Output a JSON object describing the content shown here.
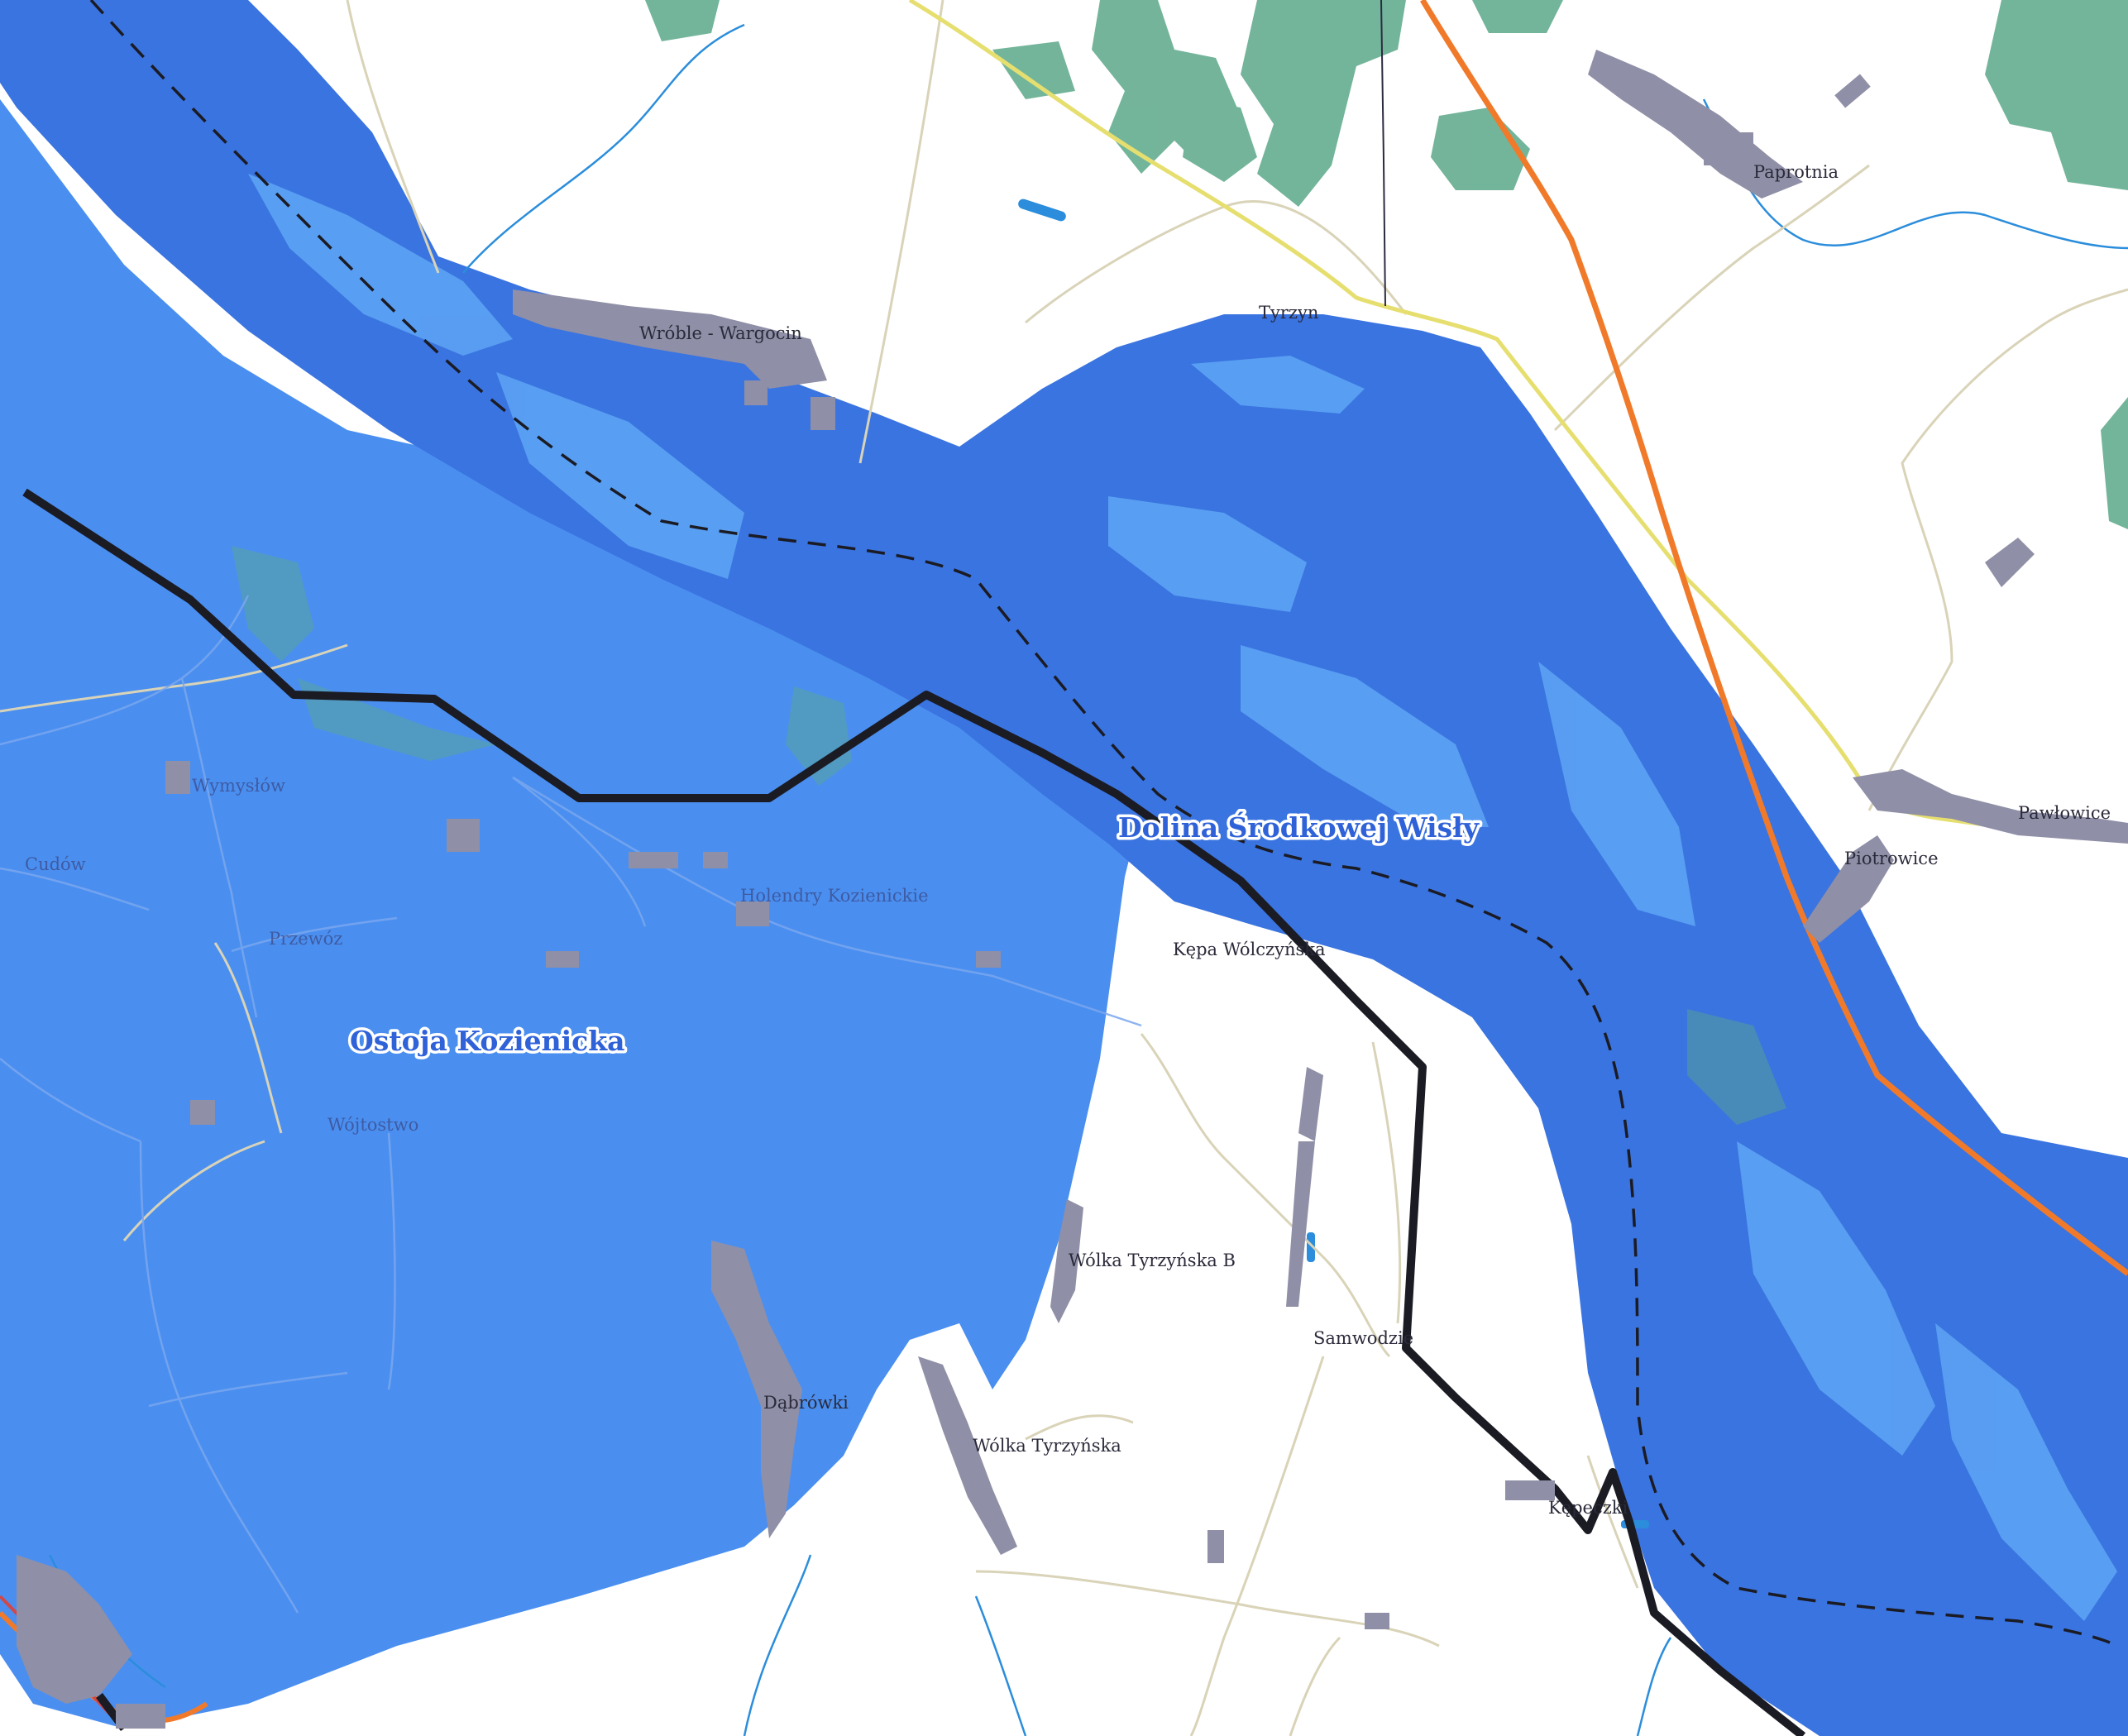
{
  "map": {
    "colors": {
      "background": "#ffffff",
      "protected_area": "#4a8ff0",
      "river": "#3a74e0",
      "sandbar": "#5aa0f2",
      "forest": "#5ba889",
      "settlement": "#8f8fa7",
      "road_local": "#d9d3b8",
      "road_main": "#e6df70",
      "railway": "#f07a2a",
      "boundary": "#1b1b24",
      "stream": "#2b8ddb"
    },
    "areas": [
      {
        "id": "ostoja",
        "label": "Ostoja Kozienicka"
      },
      {
        "id": "dolina",
        "label": "Dolina Środkowej Wisły"
      }
    ],
    "places": [
      {
        "id": "wroble",
        "label": "Wróble - Wargocin",
        "style": "dark"
      },
      {
        "id": "tyrzyn",
        "label": "Tyrzyn",
        "style": "dark"
      },
      {
        "id": "paprotnia",
        "label": "Paprotnia",
        "style": "dark"
      },
      {
        "id": "pawlowice",
        "label": "Pawłowice",
        "style": "dark"
      },
      {
        "id": "piotrowice",
        "label": "Piotrowice",
        "style": "dark"
      },
      {
        "id": "kepa",
        "label": "Kępa Wólczyńska",
        "style": "dark"
      },
      {
        "id": "wymyslow",
        "label": "Wymysłów",
        "style": "faded"
      },
      {
        "id": "cudow",
        "label": "Cudów",
        "style": "faded"
      },
      {
        "id": "holendry",
        "label": "Holendry Kozienickie",
        "style": "faded"
      },
      {
        "id": "przewoz",
        "label": "Przewóz",
        "style": "faded"
      },
      {
        "id": "wojtostwo",
        "label": "Wójtostwo",
        "style": "faded"
      },
      {
        "id": "wolka_b",
        "label": "Wólka Tyrzyńska B",
        "style": "dark"
      },
      {
        "id": "samwodzie",
        "label": "Samwodzie",
        "style": "dark"
      },
      {
        "id": "dabrowki",
        "label": "Dąbrówki",
        "style": "dark"
      },
      {
        "id": "wolka",
        "label": "Wólka Tyrzyńska",
        "style": "dark"
      },
      {
        "id": "kepeczki",
        "label": "Kępeczki",
        "style": "dark"
      }
    ]
  }
}
